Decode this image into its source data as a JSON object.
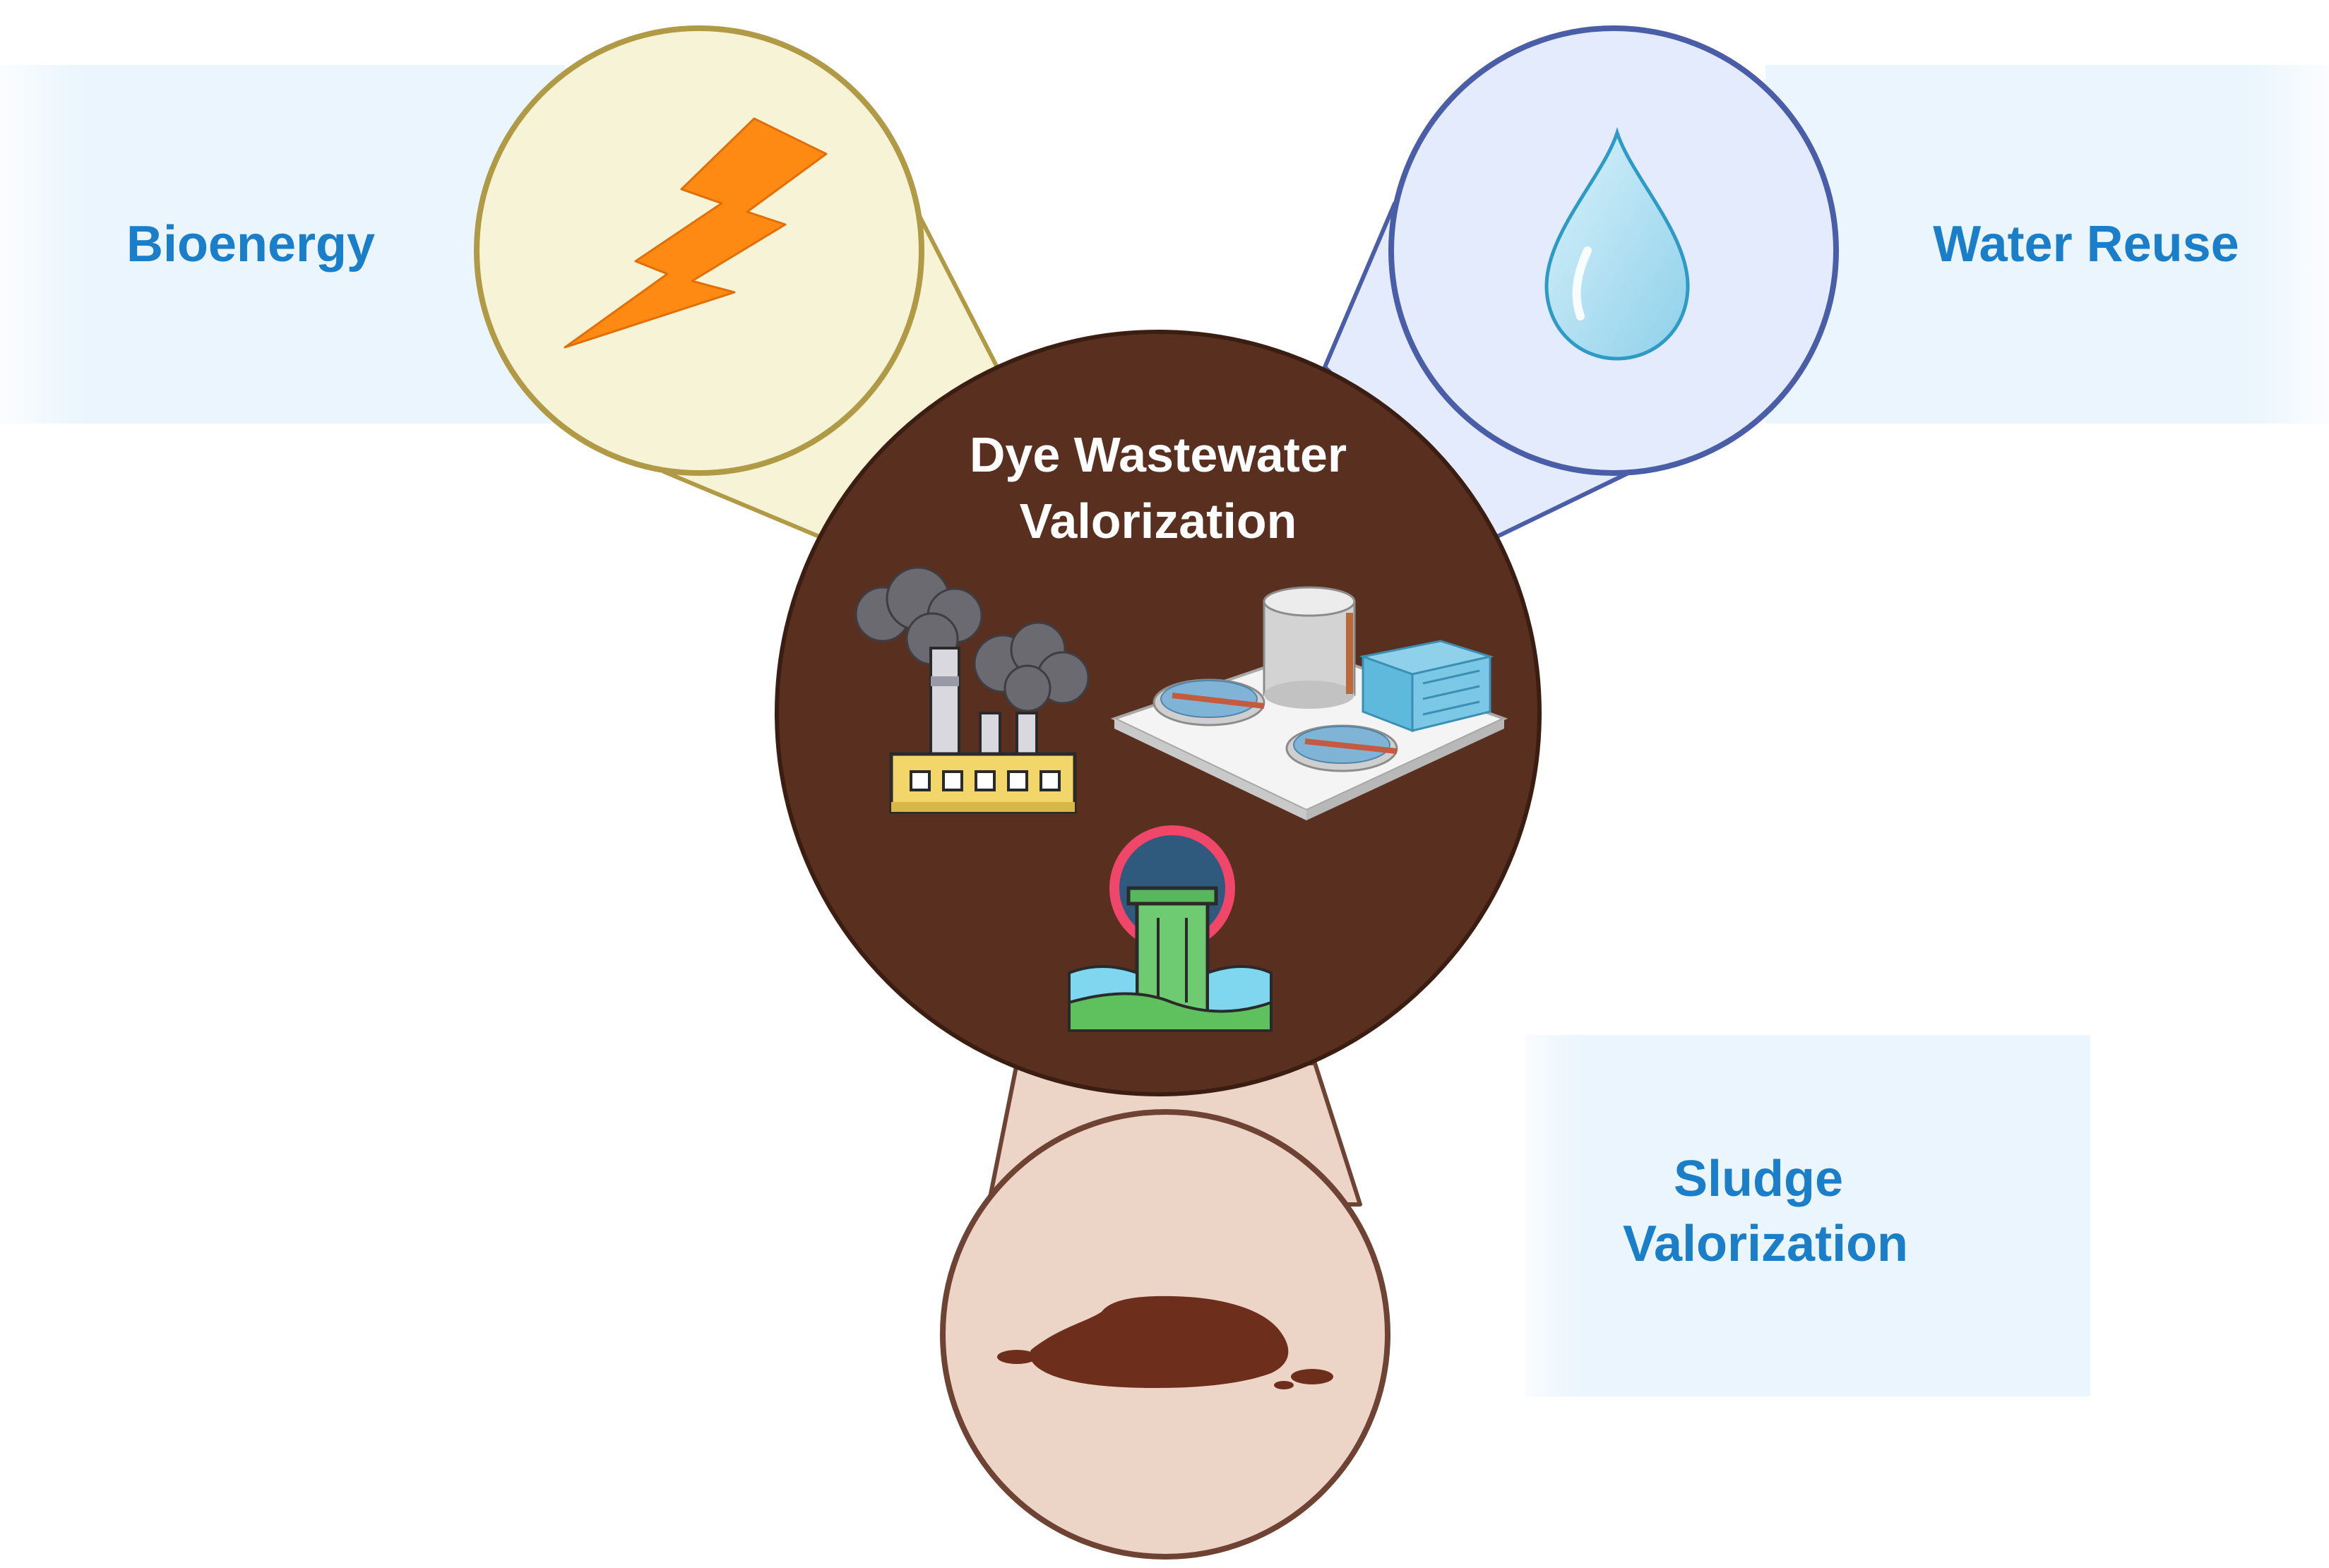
{
  "center": {
    "title_line1": "Dye Wastewater",
    "title_line2": "Valorization",
    "icons": [
      "factory-smoke-icon",
      "treatment-plant-icon",
      "outfall-pipe-icon"
    ]
  },
  "nodes": {
    "bioenergy": {
      "label": "Bioenergy",
      "icon": "lightning-bolt-icon"
    },
    "water_reuse": {
      "label": "Water Reuse",
      "icon": "water-drop-icon"
    },
    "sludge": {
      "label_line1": "Sludge",
      "label_line2": "Valorization",
      "icon": "sludge-puddle-icon"
    }
  },
  "colors": {
    "label_blue": "#1a7fc8",
    "center_fill": "#59301f",
    "bioenergy_ring": "#b09a45",
    "bioenergy_fill": "#f6f3d6",
    "water_ring": "#4a5ea8",
    "water_fill": "#e3ebfc",
    "sludge_ring": "#6e4333",
    "sludge_fill": "#ecd5c7",
    "bolt": "#ff8a13",
    "sludge_blob": "#6e2e1c"
  }
}
